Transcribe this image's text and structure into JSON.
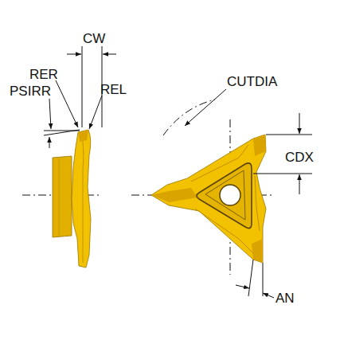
{
  "diagram": {
    "labels": [
      "CW",
      "RER",
      "PSIRR",
      "REL",
      "CUTDIA",
      "CDX",
      "AN"
    ]
  }
}
